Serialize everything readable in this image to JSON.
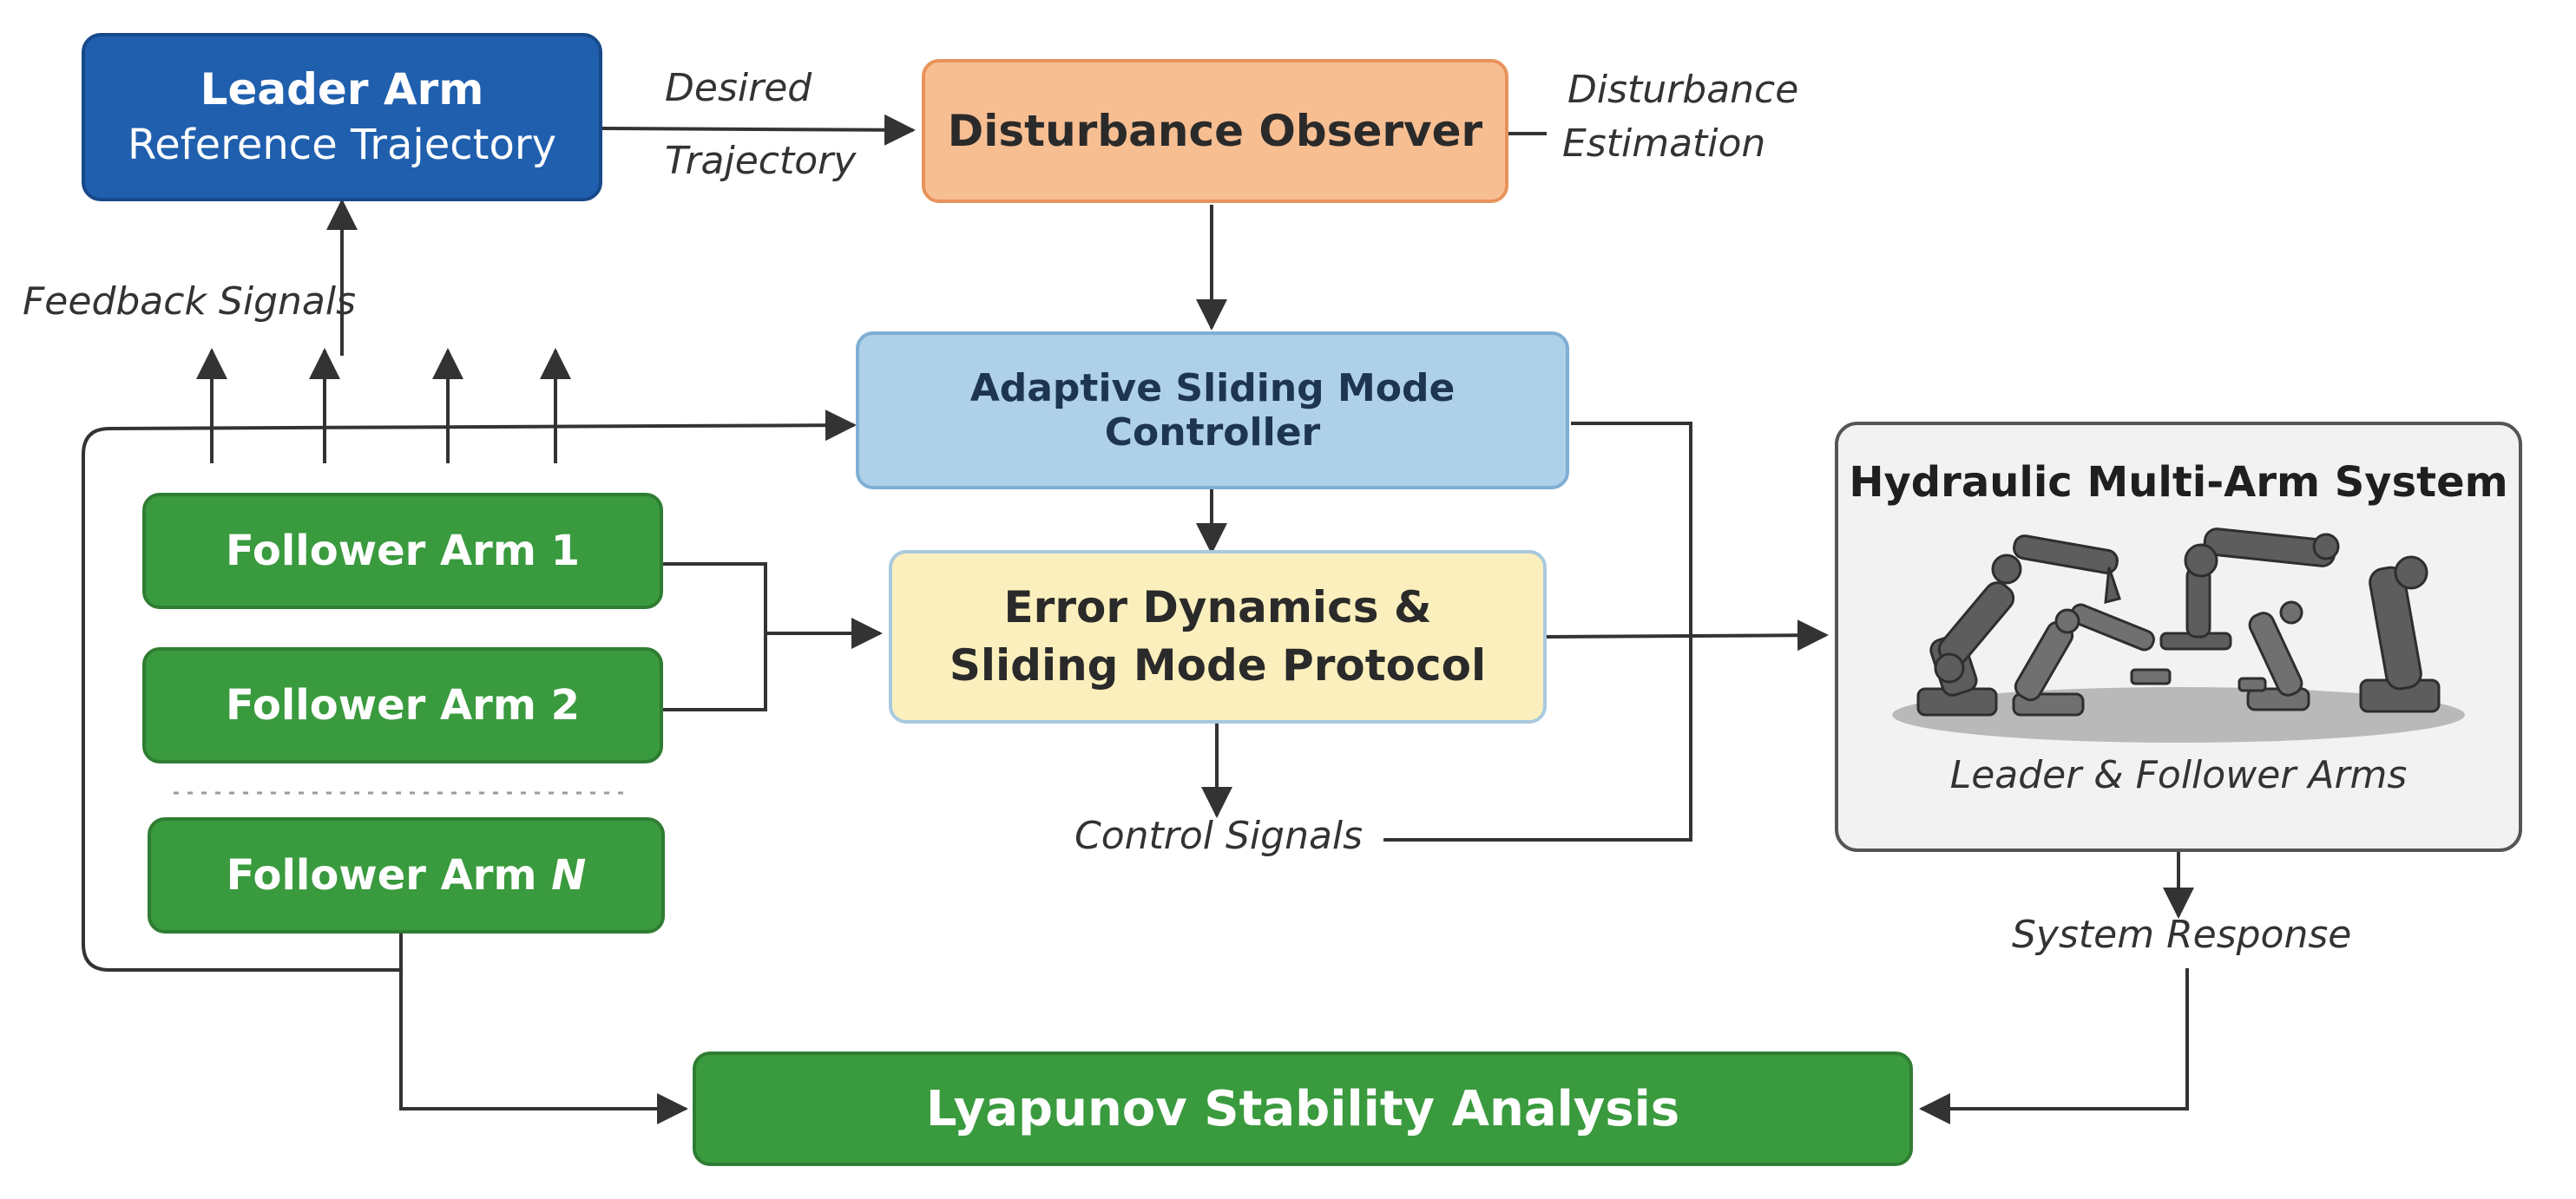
{
  "nodes": {
    "leader": {
      "line1": "Leader Arm",
      "line2": "Reference Trajectory"
    },
    "observer": {
      "label": "Disturbance Observer"
    },
    "asmc": {
      "label": "Adaptive Sliding Mode Controller"
    },
    "error": {
      "line1": "Error Dynamics &",
      "line2": "Sliding Mode Protocol"
    },
    "follower1": {
      "label": "Follower Arm 1"
    },
    "follower2": {
      "label": "Follower Arm 2"
    },
    "followerN": {
      "prefix": "Follower Arm ",
      "suffix": "N"
    },
    "system": {
      "title": "Hydraulic Multi-Arm System",
      "caption": "Leader & Follower Arms"
    },
    "lyapunov": {
      "label": "Lyapunov Stability Analysis"
    }
  },
  "edge_labels": {
    "desired_1": "Desired",
    "desired_2": "Trajectory",
    "disturbance_1": "Disturbance",
    "disturbance_2": "Estimation",
    "feedback": "Feedback Signals",
    "control": "Control Signals",
    "response": "System Response"
  },
  "colors": {
    "leader": "#1f5fae",
    "observer": "#f7be92",
    "controller": "#aed0e8",
    "error": "#fbf0bd",
    "follower": "#3a9a3e",
    "system": "#f2f2f2",
    "line": "#333333"
  }
}
